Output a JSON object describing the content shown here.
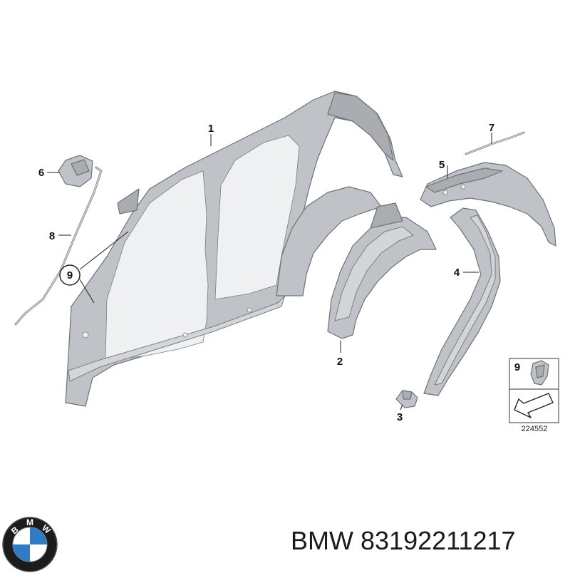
{
  "callouts": [
    {
      "label": "1"
    },
    {
      "label": "2"
    },
    {
      "label": "3"
    },
    {
      "label": "4"
    },
    {
      "label": "5"
    },
    {
      "label": "6"
    },
    {
      "label": "7"
    },
    {
      "label": "8"
    },
    {
      "label": "9"
    }
  ],
  "legend": {
    "label": "9",
    "ref_number": "224552"
  },
  "brand": {
    "name": "BMW",
    "part_number": "83192211217",
    "logo_letters": [
      "B",
      "M",
      "W"
    ]
  },
  "colors": {
    "metal": "#bfc2c6",
    "edge": "#6e7277",
    "logo_blue": "#2f7bc4"
  }
}
